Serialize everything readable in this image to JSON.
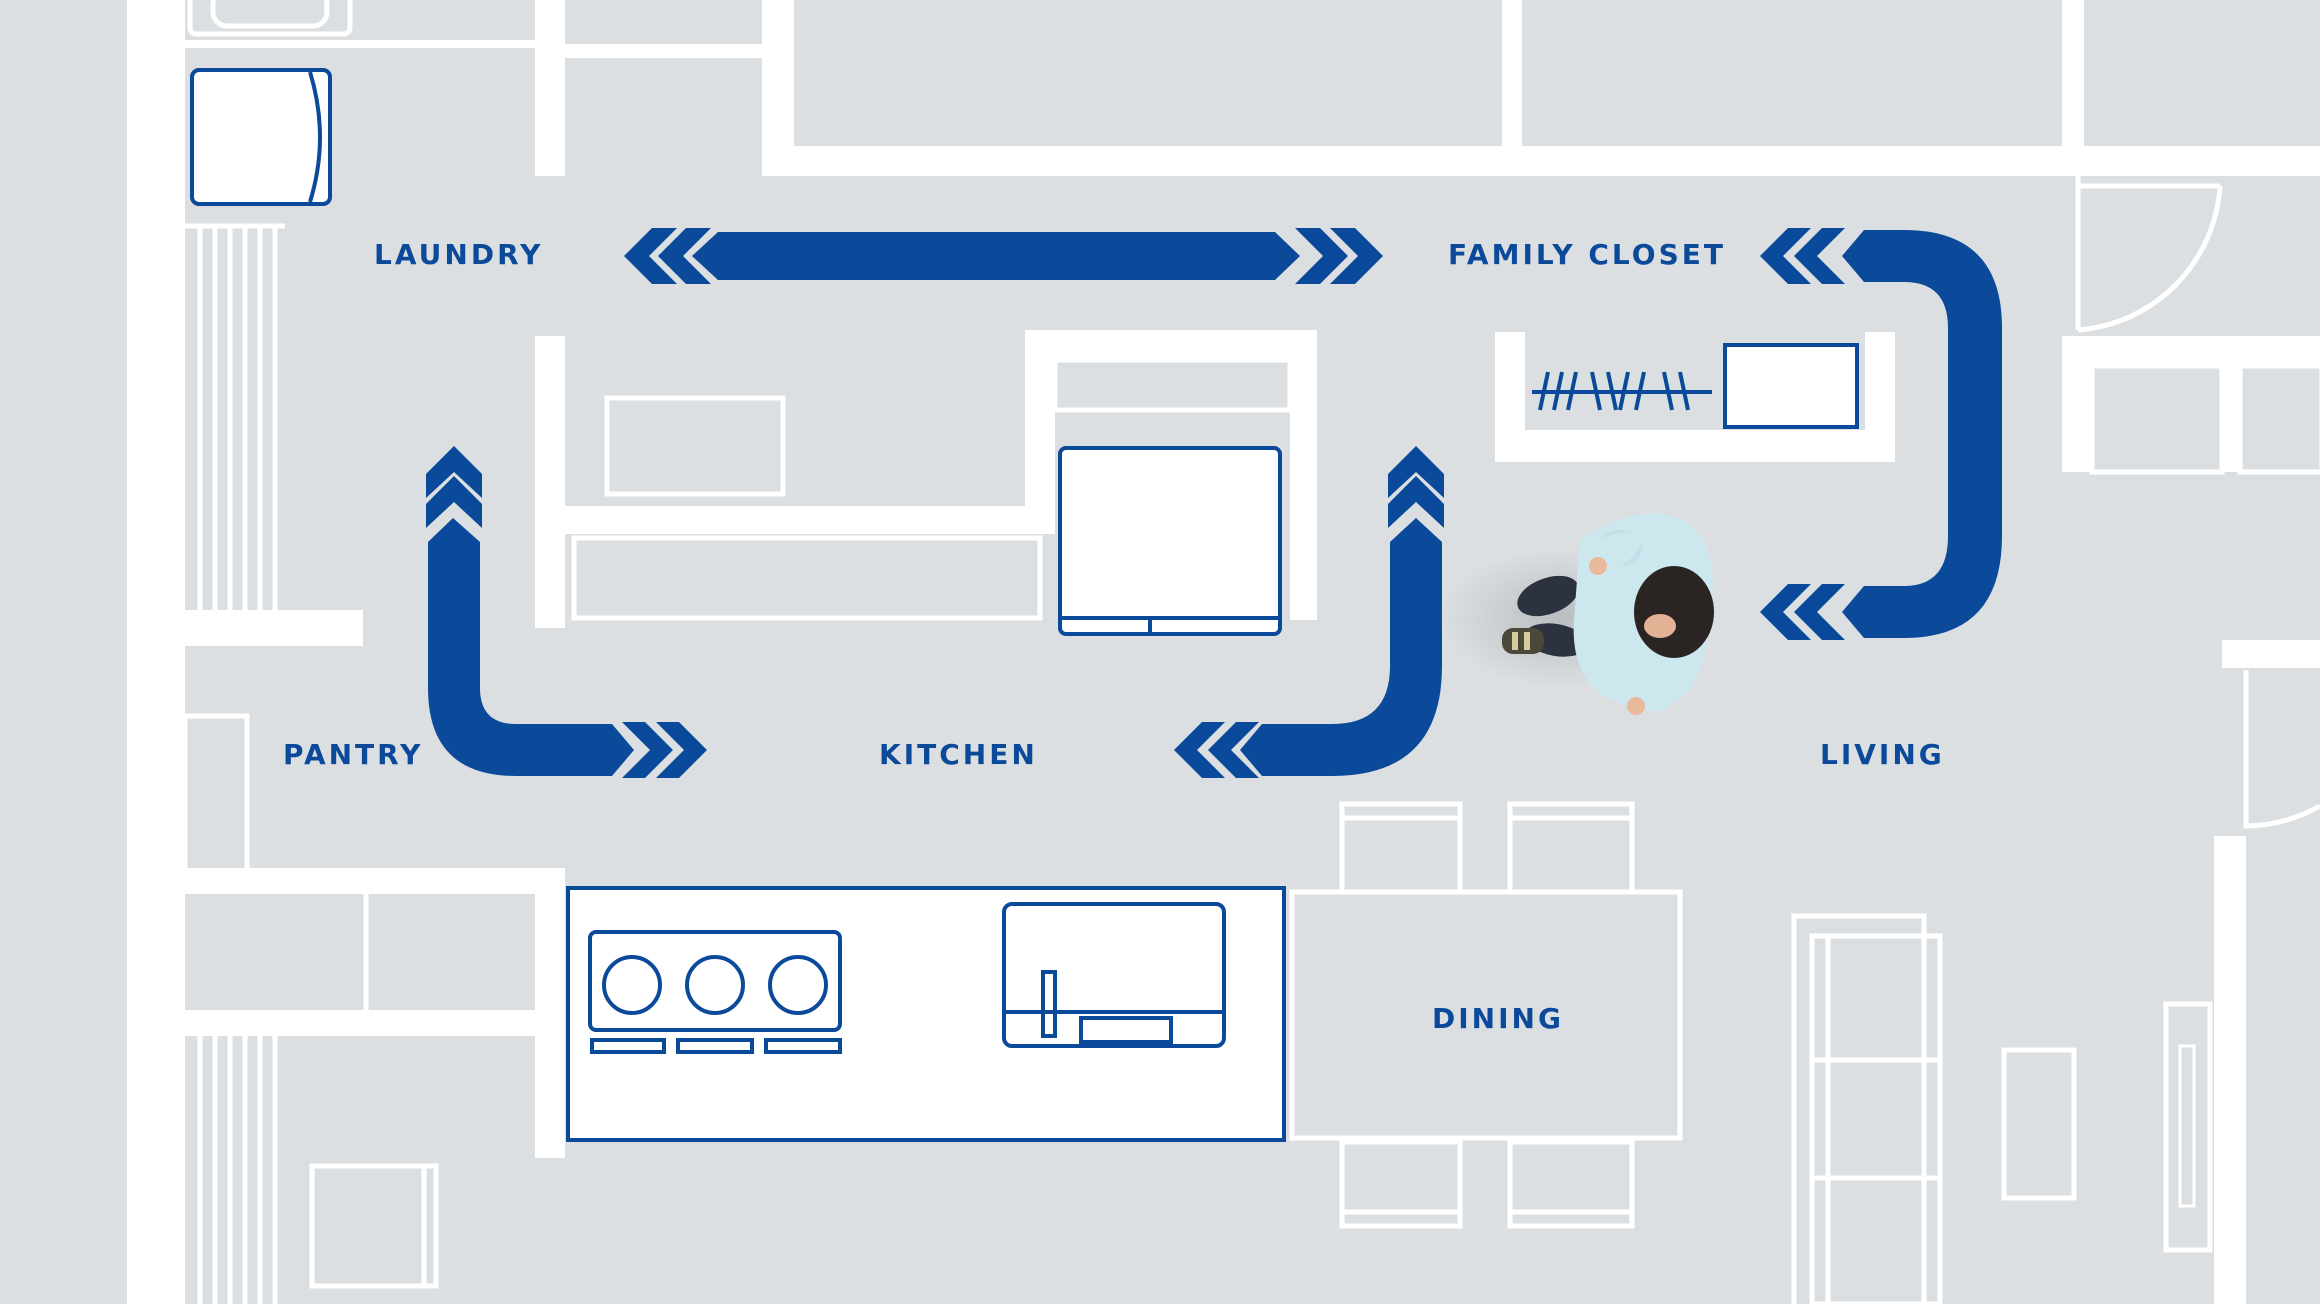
{
  "rooms": {
    "laundry": "LAUNDRY",
    "family_closet": "FAMILY CLOSET",
    "pantry": "PANTRY",
    "kitchen": "KITCHEN",
    "living": "LIVING",
    "dining": "DINING"
  },
  "colors": {
    "floor": "#dcdfe1",
    "wall": "#ffffff",
    "accent": "#0b4a9a"
  },
  "icons": {
    "person": "person-topdown-icon",
    "chevron": "chevron-double-icon"
  }
}
